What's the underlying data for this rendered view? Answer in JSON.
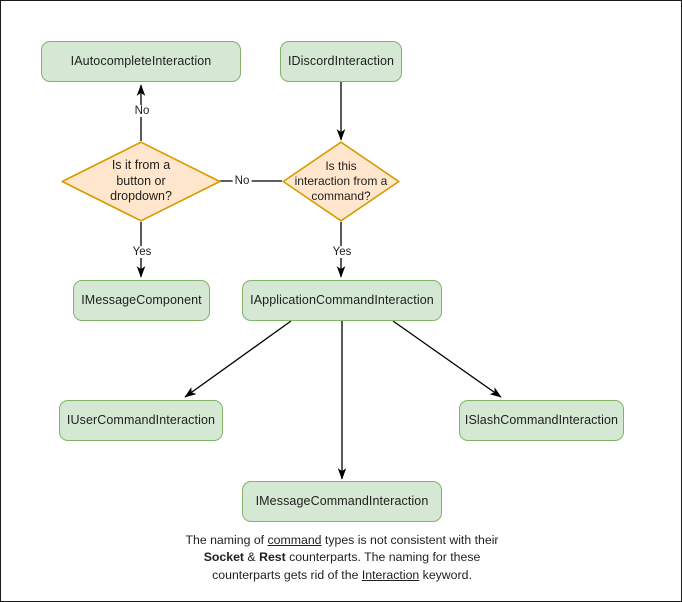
{
  "diagram": {
    "title": "Discord interaction type hierarchy flowchart",
    "colors": {
      "box_fill": "#d5e8d4",
      "box_stroke": "#82b366",
      "decision_fill": "#ffe6cc",
      "decision_stroke": "#d79b00",
      "edge_stroke": "#000000",
      "canvas_border": "#1a1a1a",
      "text": "#1f1f1f"
    },
    "nodes": [
      {
        "id": "autocomplete",
        "type": "process",
        "label": "IAutocompleteInteraction"
      },
      {
        "id": "discord",
        "type": "process",
        "label": "IDiscordInteraction"
      },
      {
        "id": "decision_button",
        "type": "decision",
        "label": "Is it from a\nbutton or\ndropdown?"
      },
      {
        "id": "decision_command",
        "type": "decision",
        "label": "Is this\ninteraction from a\ncommand?"
      },
      {
        "id": "message_component",
        "type": "process",
        "label": "IMessageComponent"
      },
      {
        "id": "app_command",
        "type": "process",
        "label": "IApplicationCommandInteraction"
      },
      {
        "id": "user_command",
        "type": "process",
        "label": "IUserCommandInteraction"
      },
      {
        "id": "slash_command",
        "type": "process",
        "label": "ISlashCommandInteraction"
      },
      {
        "id": "message_command",
        "type": "process",
        "label": "IMessageCommandInteraction"
      }
    ],
    "edges": [
      {
        "from": "discord",
        "to": "decision_command",
        "label": ""
      },
      {
        "from": "decision_command",
        "to": "decision_button",
        "label": "No"
      },
      {
        "from": "decision_command",
        "to": "app_command",
        "label": "Yes"
      },
      {
        "from": "decision_button",
        "to": "autocomplete",
        "label": "No"
      },
      {
        "from": "decision_button",
        "to": "message_component",
        "label": "Yes"
      },
      {
        "from": "app_command",
        "to": "user_command",
        "label": ""
      },
      {
        "from": "app_command",
        "to": "message_command",
        "label": ""
      },
      {
        "from": "app_command",
        "to": "slash_command",
        "label": ""
      }
    ],
    "edge_labels": {
      "no_to_button_decision": "No",
      "no_to_autocomplete": "No",
      "yes_to_message_component": "Yes",
      "yes_to_app_command": "Yes"
    },
    "footnote": {
      "line1_a": "The naming of ",
      "line1_underline": "command",
      "line1_b": " types is not consistent with their",
      "line2_bold_a": "Socket",
      "line2_amp": " & ",
      "line2_bold_b": "Rest",
      "line2_rest": " counterparts. The naming for these",
      "line3_a": "counterparts gets rid of the ",
      "line3_underline": "Interaction",
      "line3_b": " keyword."
    }
  }
}
